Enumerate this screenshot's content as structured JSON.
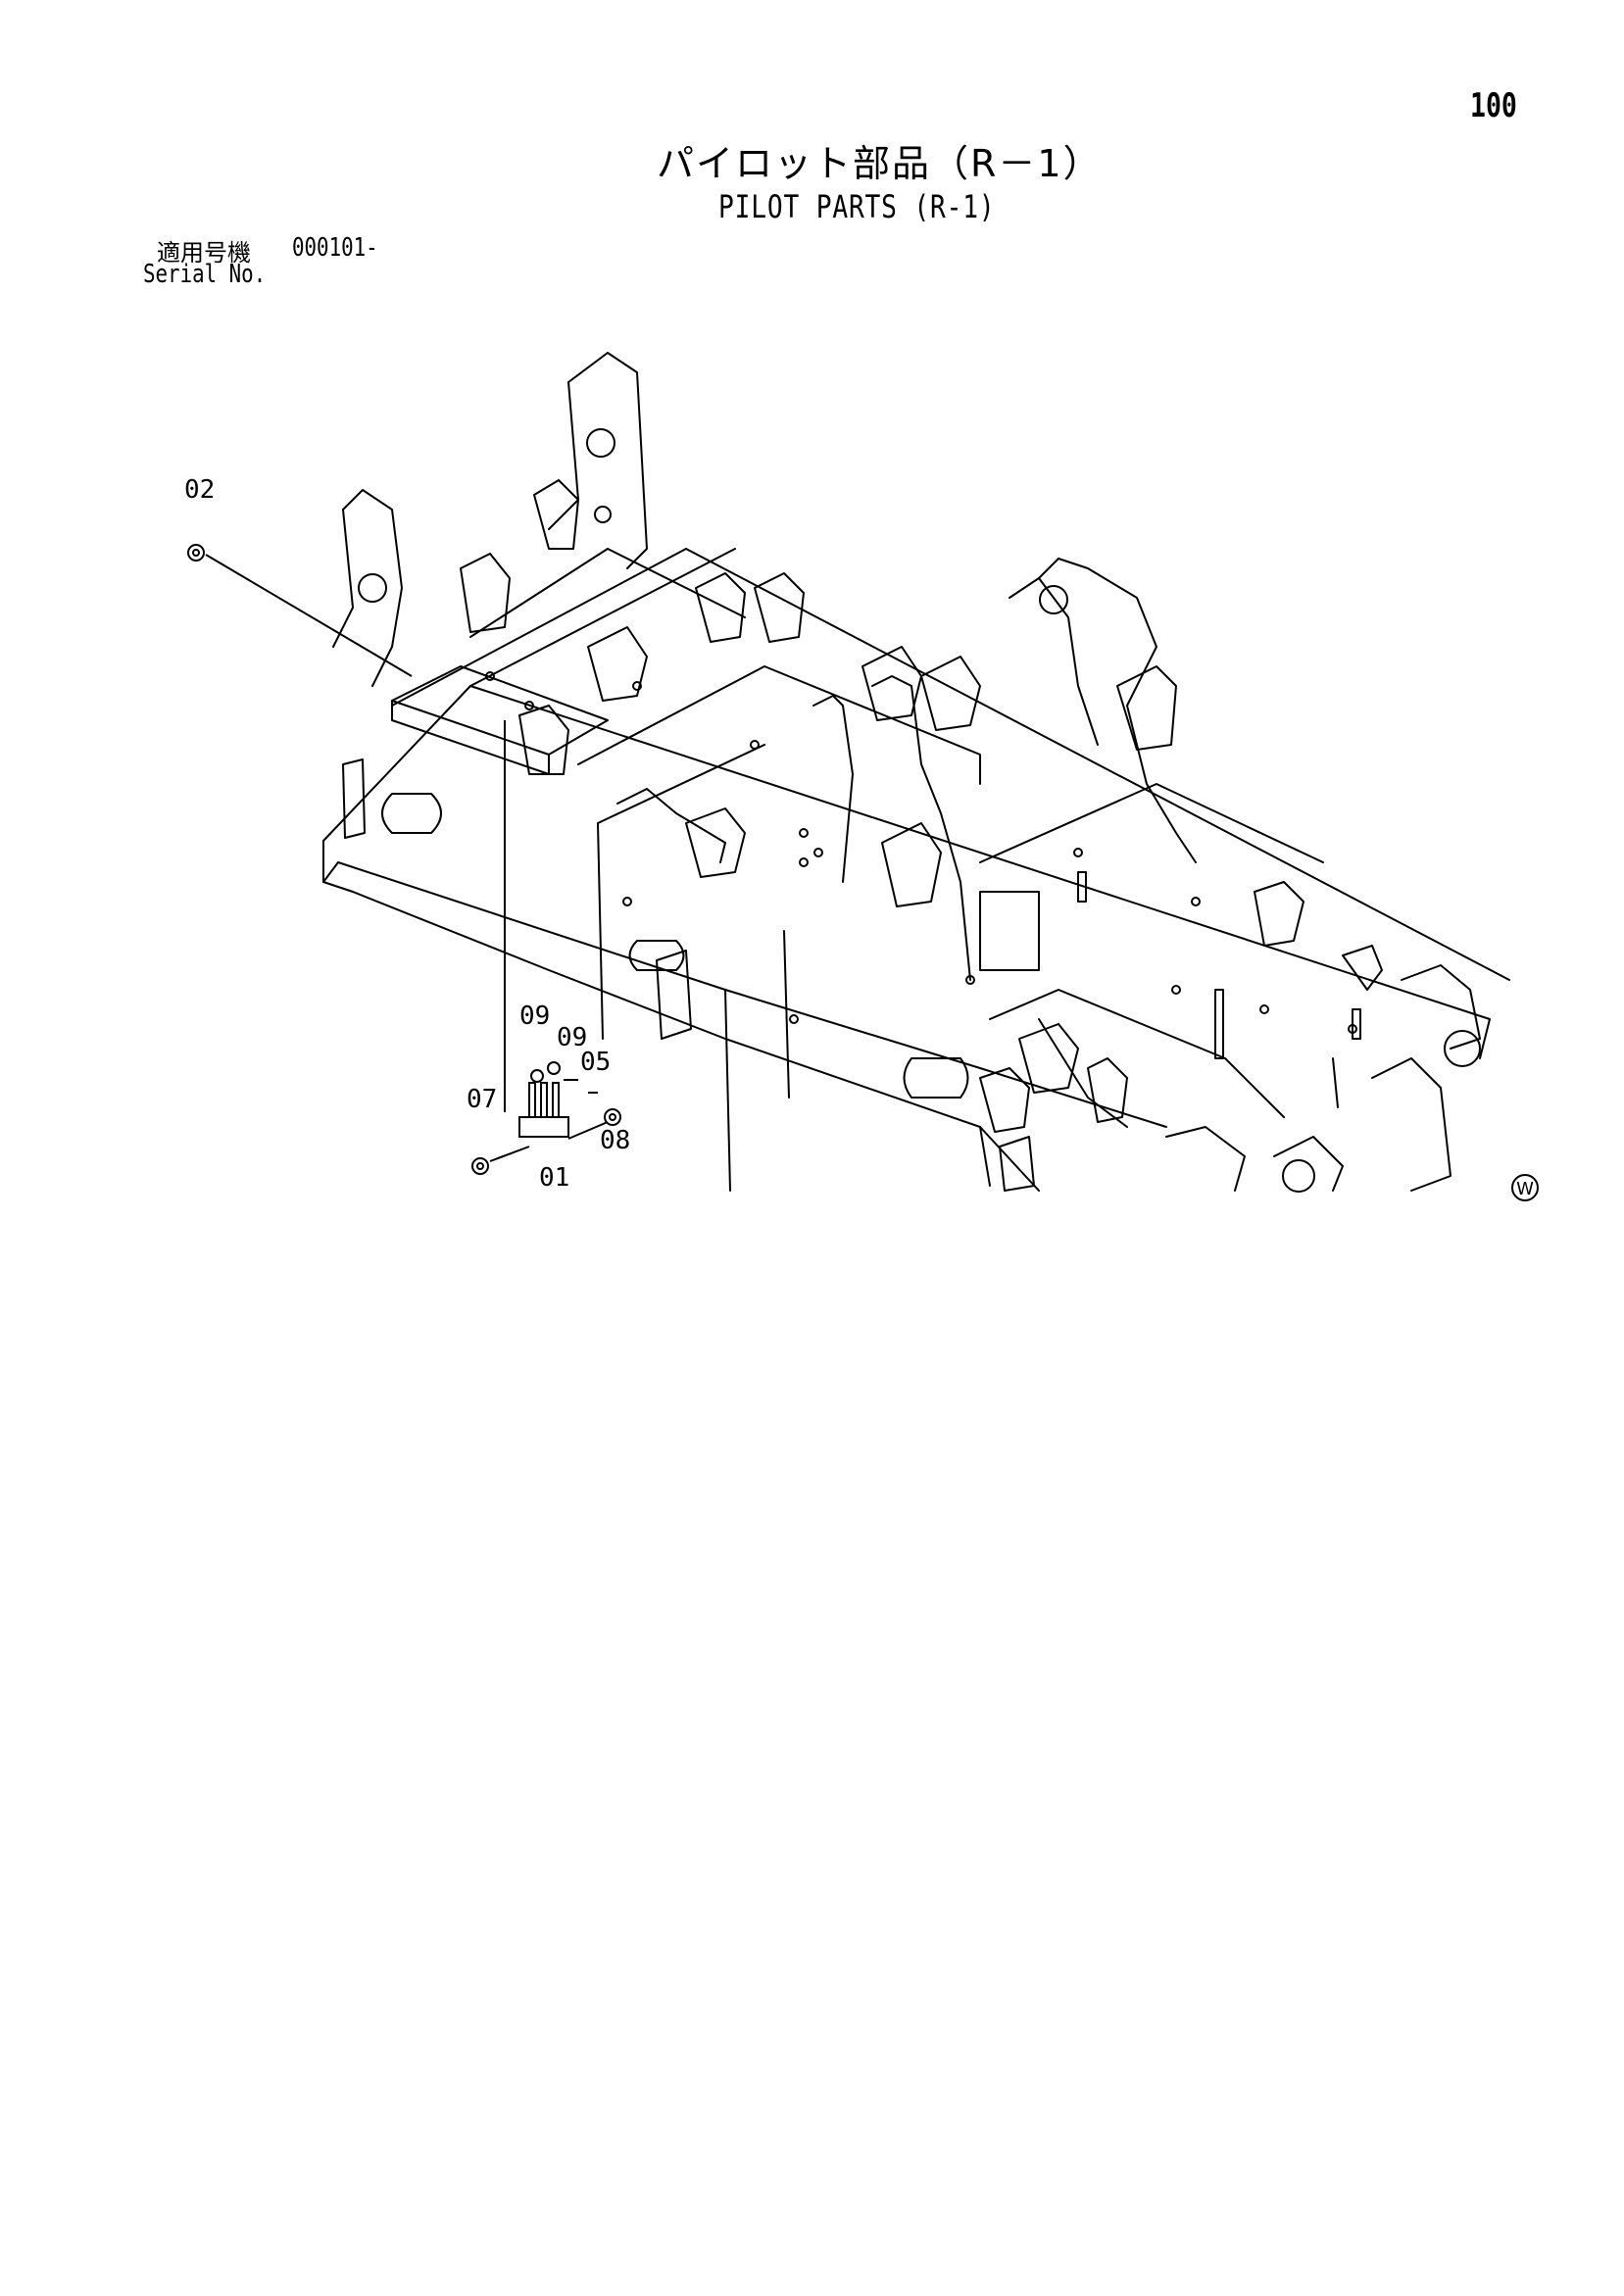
{
  "page_number": "100",
  "title_jp": "パイロット部品（R－1）",
  "title_en": "PILOT PARTS (R-1)",
  "serial": {
    "label_jp": "適用号機",
    "value": "000101-",
    "label_en": "Serial No."
  },
  "callouts": {
    "c01": "01",
    "c02": "02",
    "c05": "05",
    "c07": "07",
    "c08": "08",
    "c09a": "09",
    "c09b": "09"
  },
  "mark": "W"
}
